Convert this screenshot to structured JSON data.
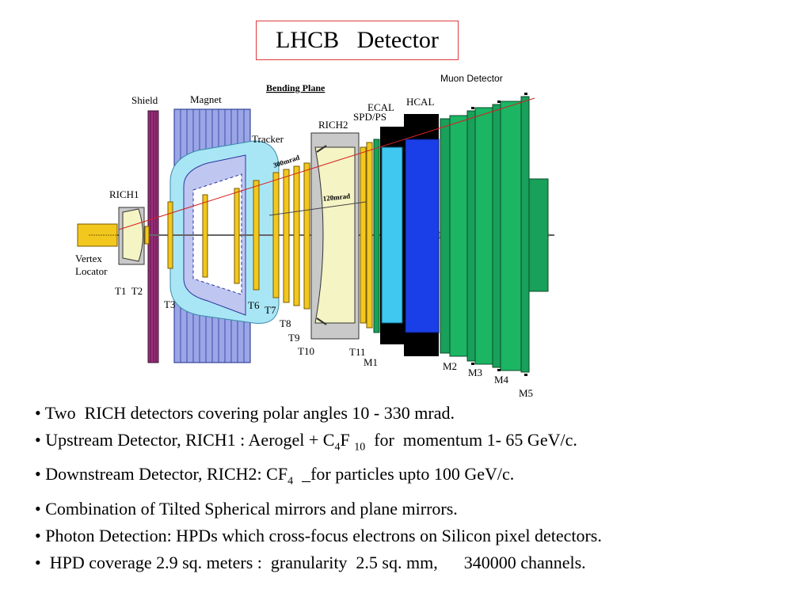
{
  "title": "LHCB   Detector",
  "diagram": {
    "labels": {
      "muon_detector": "Muon Detector",
      "bending_plane": "Bending Plane",
      "shield": "Shield",
      "magnet": "Magnet",
      "ecal": "ECAL",
      "hcal": "HCAL",
      "spd_ps": "SPD/PS",
      "rich2": "RICH2",
      "tracker": "Tracker",
      "mrad300": "300mrad",
      "mrad120": "120mrad",
      "rich1": "RICH1",
      "vertex": "Vertex",
      "locator": "Locator",
      "t1_t2": "T1  T2",
      "t3": "T3",
      "t6": "T6",
      "t7": "T7",
      "t8": "T8",
      "t9": "T9",
      "t10": "T10",
      "t11": "T11",
      "m1": "M1",
      "m2": "M2",
      "m3": "M3",
      "m4": "M4",
      "m5": "M5"
    },
    "colors": {
      "title_border": "#e03a3a",
      "shield": "#9c2f7e",
      "magnet": "#9aa6e6",
      "tracker_region": "#a9e6f5",
      "tracking_station": "#f2c81e",
      "rich": "#f4f4c4",
      "spd_ps": "#f2c81e",
      "ecal": "#40c8f0",
      "hcal": "#1a3fe8",
      "muon": "#19a05a",
      "iron": "#000000",
      "acceptance_line": "#d42020"
    }
  },
  "bullets": [
    {
      "pre": "• Two  RICH detectors covering polar angles 10 - 330 mrad."
    },
    {
      "pre": "• Upstream Detector, RICH1 : Aerogel + C",
      "sub1": "4",
      "mid": "F ",
      "sub2": "10",
      "post": "  for  momentum 1- 65 GeV/c."
    },
    {
      "pre": "• Downstream Detector, RICH2: CF",
      "sub1": "4",
      "mid": "  ",
      "post": "_for particles upto 100 GeV/c."
    },
    {
      "pre": "• Combination of Tilted Spherical mirrors and plane mirrors."
    },
    {
      "pre": "• Photon Detection: HPDs which cross-focus electrons on Silicon pixel detectors."
    },
    {
      "pre": "•  HPD coverage 2.9 sq. meters :  granularity  2.5 sq. mm,      340000 channels."
    }
  ]
}
